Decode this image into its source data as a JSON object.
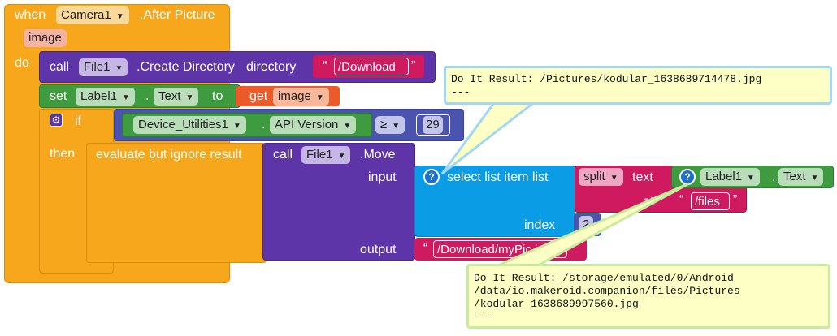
{
  "event": {
    "when": "when",
    "component": "Camera1",
    "event_name": ".After Picture",
    "param": "image",
    "do": "do"
  },
  "stmt1": {
    "call": "call",
    "component": "File1",
    "method": ".Create Directory",
    "arg": "directory",
    "value": "/Download"
  },
  "stmt2": {
    "set": "set",
    "component": "Label1",
    "dot": ".",
    "property": "Text",
    "to": "to",
    "get": "get",
    "var": "image"
  },
  "if_block": {
    "if": "if",
    "then": "then",
    "component": "Device_Utilities1",
    "dot": ".",
    "property": "API Version",
    "op": "≥",
    "number": "29"
  },
  "evaluate": {
    "label": "evaluate but ignore result"
  },
  "move": {
    "call": "call",
    "component": "File1",
    "method": ".Move",
    "input": "input",
    "output": "output",
    "output_value": "/Download/myPic.jpg"
  },
  "select": {
    "label": "select list item list",
    "index_label": "index",
    "index_value": "2"
  },
  "split": {
    "label": "split",
    "text": "text",
    "at": "at",
    "at_value": "/files"
  },
  "label_text": {
    "component": "Label1",
    "dot": ".",
    "property": "Text"
  },
  "tooltip1": {
    "line1": "Do It Result: /Pictures/kodular_1638689714478.jpg",
    "line2": "---"
  },
  "tooltip2": {
    "line1": "Do It Result: /storage/emulated/0/Android",
    "line2": "/data/io.makeroid.companion/files/Pictures",
    "line3": "/kodular_1638689997560.jpg",
    "line4": "---"
  },
  "quote": "“",
  "quote_end": "”",
  "colors": {
    "event": "#f6a71b",
    "procedure": "#5e34a9",
    "text": "#cf1a5f",
    "variable": "#ed5a2a",
    "device": "#3f9b3f",
    "list": "#0a9ce5",
    "math": "#4a53ae"
  }
}
